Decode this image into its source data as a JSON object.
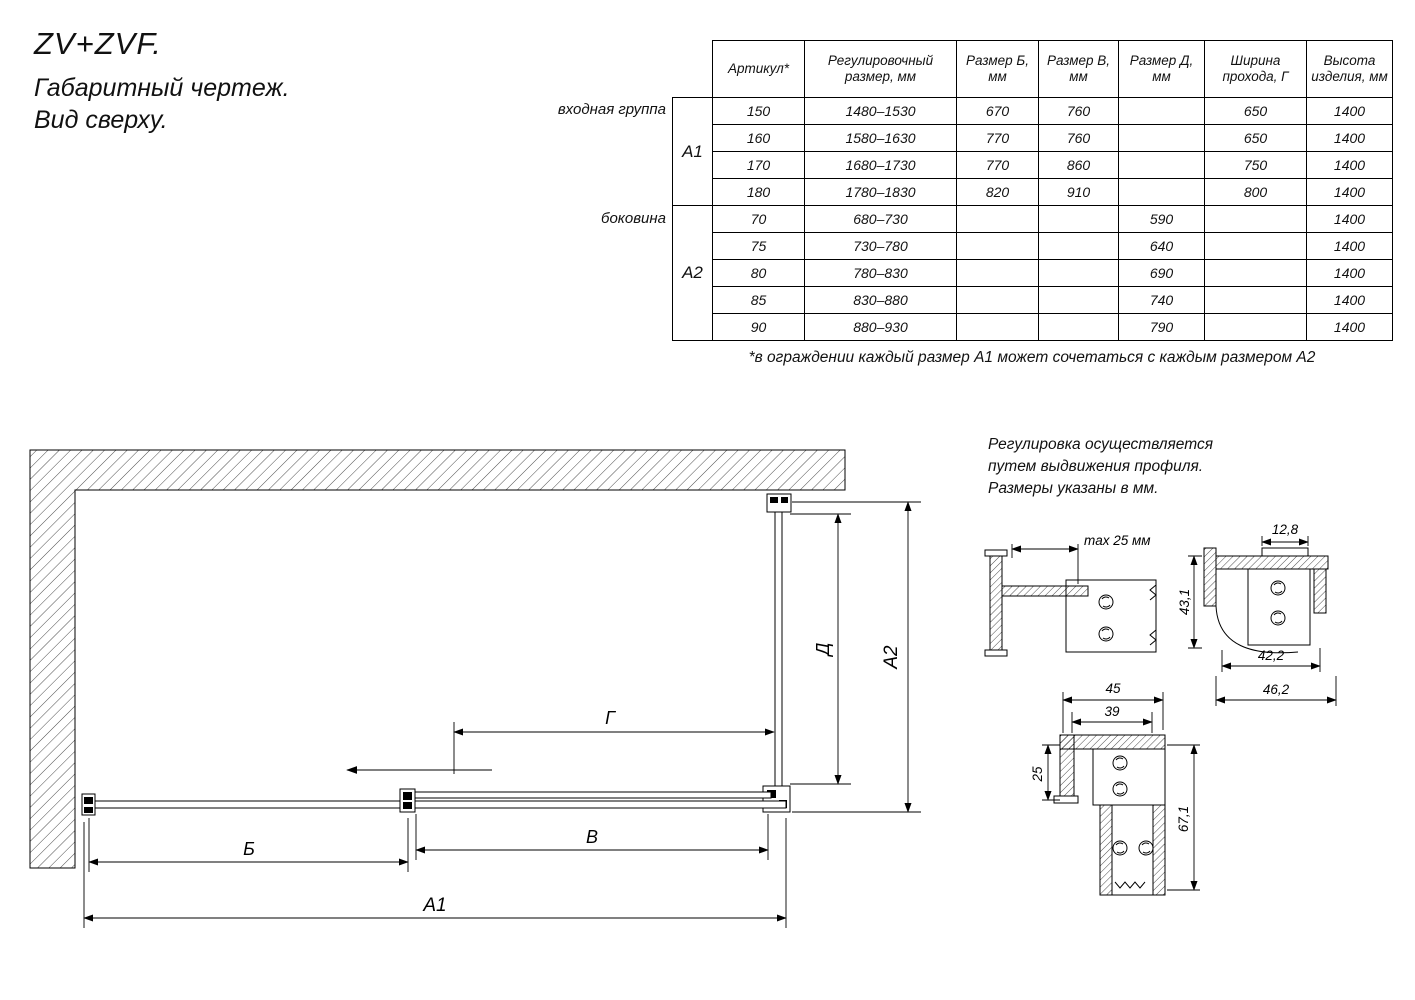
{
  "title": {
    "product": "ZV+ZVF.",
    "subtitle1": "Габаритный чертеж.",
    "subtitle2": "Вид сверху."
  },
  "table": {
    "headers": [
      "Артикул*",
      "Регулировочный размер, мм",
      "Размер Б, мм",
      "Размер В, мм",
      "Размер Д, мм",
      "Ширина прохода, Г",
      "Высота изделия, мм"
    ],
    "groups": [
      {
        "label": "входная группа",
        "article": "А1",
        "rows": [
          [
            "150",
            "1480–1530",
            "670",
            "760",
            "",
            "650",
            "1400"
          ],
          [
            "160",
            "1580–1630",
            "770",
            "760",
            "",
            "650",
            "1400"
          ],
          [
            "170",
            "1680–1730",
            "770",
            "860",
            "",
            "750",
            "1400"
          ],
          [
            "180",
            "1780–1830",
            "820",
            "910",
            "",
            "800",
            "1400"
          ]
        ]
      },
      {
        "label": "боковина",
        "article": "А2",
        "rows": [
          [
            "70",
            "680–730",
            "",
            "",
            "590",
            "",
            "1400"
          ],
          [
            "75",
            "730–780",
            "",
            "",
            "640",
            "",
            "1400"
          ],
          [
            "80",
            "780–830",
            "",
            "",
            "690",
            "",
            "1400"
          ],
          [
            "85",
            "830–880",
            "",
            "",
            "740",
            "",
            "1400"
          ],
          [
            "90",
            "880–930",
            "",
            "",
            "790",
            "",
            "1400"
          ]
        ]
      }
    ],
    "footnote": "*в ограждении каждый размер А1 может сочетаться с каждым размером А2"
  },
  "note": {
    "line1": "Регулировка осуществляется",
    "line2": "путем выдвижения профиля.",
    "line3": "Размеры указаны в мм."
  },
  "drawing": {
    "labels": {
      "a1": "А1",
      "a2": "А2",
      "b": "Б",
      "v": "В",
      "g": "Г",
      "d": "Д"
    }
  },
  "details": {
    "max25": "max 25 мм",
    "w128": "12,8",
    "h431": "43,1",
    "w422": "42,2",
    "w462": "46,2",
    "w45": "45",
    "w39": "39",
    "h25": "25",
    "h671": "67,1"
  }
}
